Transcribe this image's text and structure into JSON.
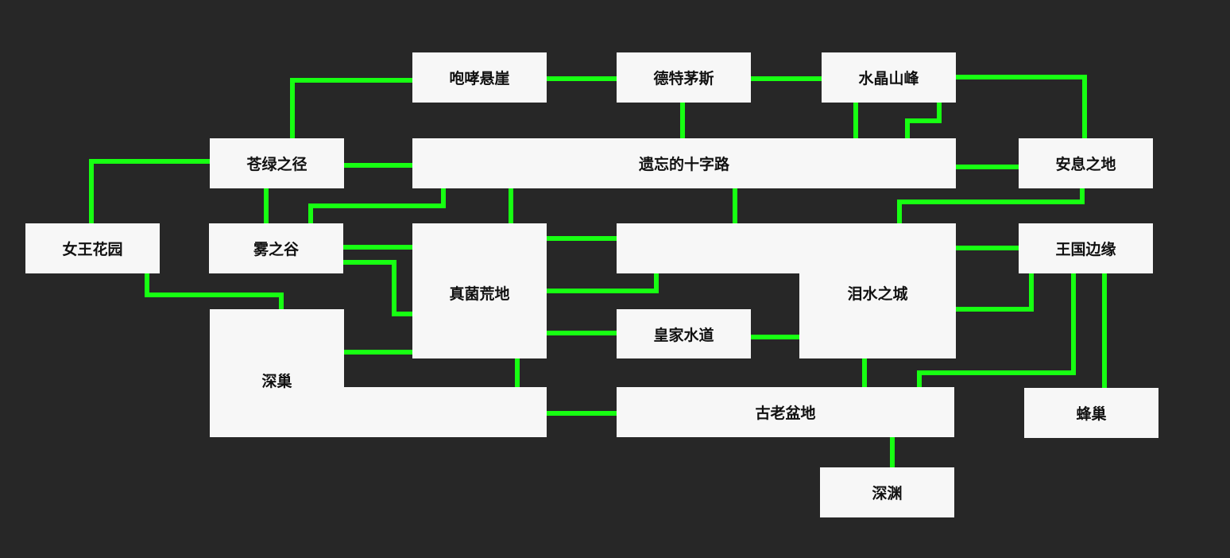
{
  "colors": {
    "background": "#272727",
    "room": "#f7f7f7",
    "link": "#17ff12",
    "text": "#111111"
  },
  "areas": {
    "howling_cliffs": "咆哮悬崖",
    "dirtmouth": "德特茅斯",
    "crystal_peak": "水晶山峰",
    "greenpath": "苍绿之径",
    "forgotten_crossroads": "遗忘的十字路",
    "resting_grounds": "安息之地",
    "queens_gardens": "女王花园",
    "fog_canyon": "雾之谷",
    "fungal_wastes": "真菌荒地",
    "city_of_tears": "泪水之城",
    "kingdoms_edge": "王国边缘",
    "deepnest": "深巢",
    "royal_waterways": "皇家水道",
    "ancient_basin": "古老盆地",
    "hive": "蜂巢",
    "abyss": "深渊"
  }
}
